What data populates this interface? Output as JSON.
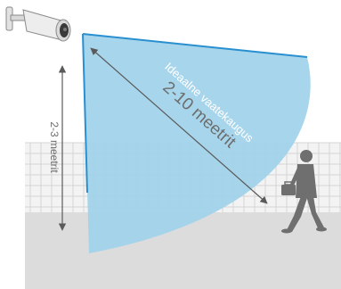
{
  "labels": {
    "viewing_distance_title": "Ideaalne vaatekaugus",
    "viewing_distance_value": "2-10 meetrit",
    "mount_height": "2-3 meetrit"
  },
  "colors": {
    "view_cone": "#9fd2ea",
    "cone_edge": "#2a8fcf",
    "ground": "#dcdcdc",
    "fence_grid": "#d6d6d6",
    "arrow": "#5a5a5a",
    "person": "#6f6f6f"
  },
  "icons": {
    "camera": "security-camera-icon",
    "person": "walking-person-icon"
  }
}
